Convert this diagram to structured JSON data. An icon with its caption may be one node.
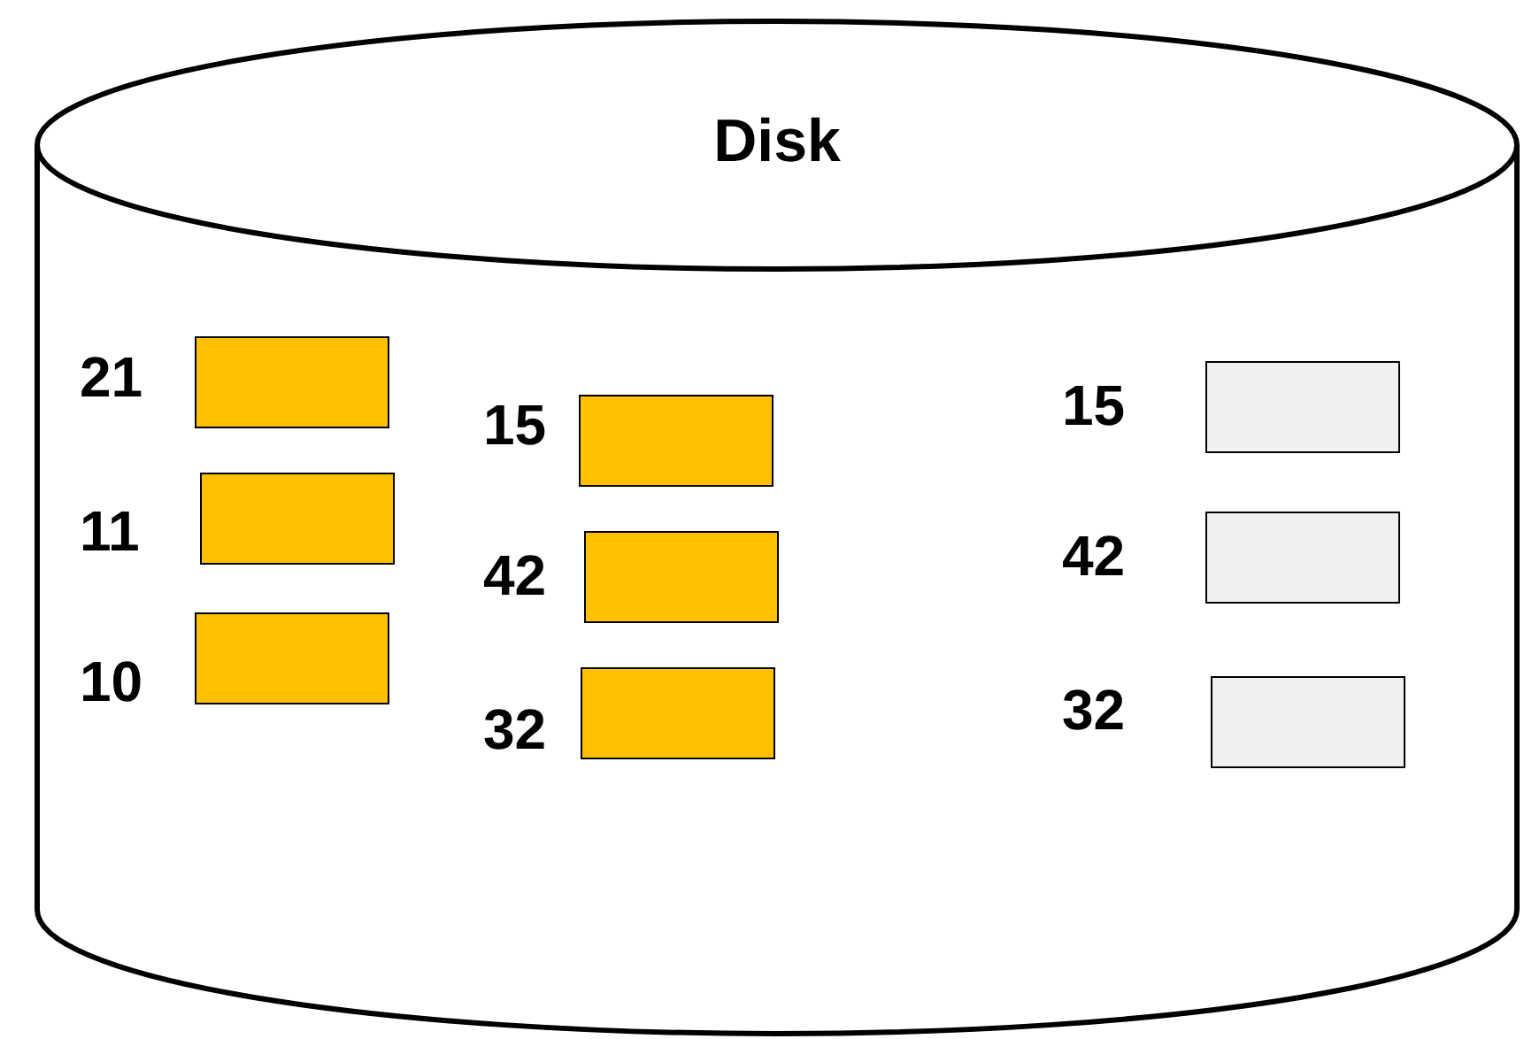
{
  "diagram": {
    "nodes": [
      {
        "text": [
          "Disk"
        ]
      },
      {
        "text": [],
        "shape": "box",
        "in": 0,
        "beside": [
          "21"
        ]
      },
      {
        "text": [],
        "shape": "box",
        "in": 0,
        "beside": [
          "11"
        ]
      },
      {
        "text": [],
        "shape": "box",
        "in": 0,
        "beside": [
          "10"
        ]
      },
      {
        "text": [],
        "shape": "box",
        "in": 0,
        "beside": [
          "15"
        ]
      },
      {
        "text": [],
        "shape": "box",
        "in": 0,
        "beside": [
          "42"
        ]
      },
      {
        "text": [],
        "shape": "box",
        "in": 0,
        "beside": [
          "32"
        ]
      },
      {
        "text": [],
        "shape": "box",
        "in": 0,
        "beside": [
          "15"
        ]
      },
      {
        "text": [],
        "shape": "box",
        "in": 0,
        "beside": [
          "42"
        ]
      },
      {
        "text": [],
        "shape": "box",
        "in": 0,
        "beside": [
          "32"
        ]
      }
    ]
  }
}
